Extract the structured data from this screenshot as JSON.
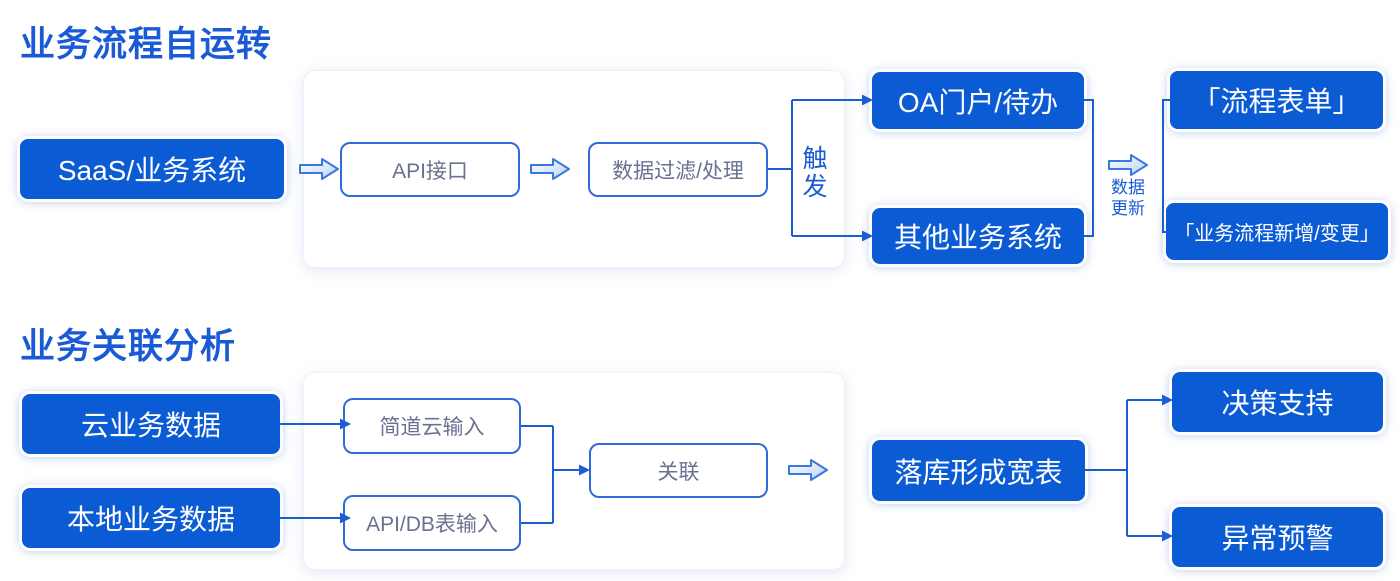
{
  "colors": {
    "fill_blue": "#0b5bd5",
    "title_blue": "#1a5ad6",
    "line_blue": "#1b5ed2",
    "outline_border": "#2e6bd8",
    "outline_text": "#6b7190"
  },
  "sections": {
    "flow": {
      "title": "业务流程自运转",
      "nodes": {
        "saas": "SaaS/业务系统",
        "api": "API接口",
        "filter": "数据过滤/处理",
        "trigger": "触发",
        "oa": "OA门户/待办",
        "other": "其他业务系统",
        "update": "数据更新",
        "form": "「流程表单」",
        "change": "「业务流程新增/变更」"
      }
    },
    "analysis": {
      "title": "业务关联分析",
      "nodes": {
        "cloud": "云业务数据",
        "local": "本地业务数据",
        "jdy": "简道云输入",
        "apidb": "API/DB表输入",
        "join": "关联",
        "warehouse": "落库形成宽表",
        "decision": "决策支持",
        "alert": "异常预警"
      }
    }
  }
}
